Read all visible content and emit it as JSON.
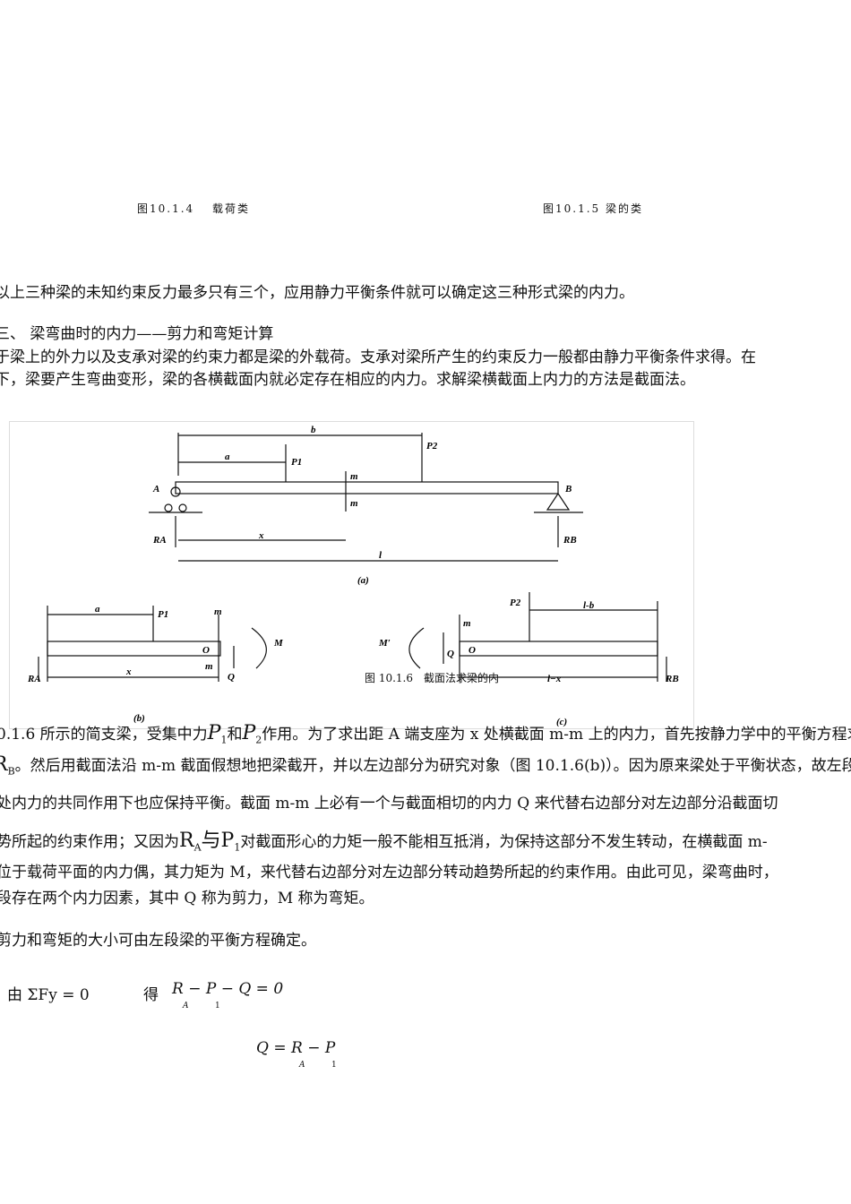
{
  "captions": {
    "fig4": "图10.1.4　 载荷类",
    "fig5": "图10.1.5 梁的类",
    "fig6": "图 10.1.6　截面法求梁的内"
  },
  "para1": "以上三种梁的未知约束反力最多只有三个，应用静力平衡条件就可以确定这三种形式梁的内力。",
  "heading": "三、 梁弯曲时的内力——剪力和弯矩计算",
  "para2": [
    "于梁上的外力以及支承对梁的约束力都是梁的外载荷。支承对梁所产生的约束反力一般都由静力平衡条件求得。在",
    "下，梁要产生弯曲变形，梁的各横截面内就必定存在相应的内力。求解梁横截面上内力的方法是截面法。"
  ],
  "figure": {
    "a": "a",
    "b": "b",
    "P1": "P1",
    "P2": "P2",
    "m": "m",
    "A": "A",
    "B": "B",
    "RA": "RA",
    "RB": "RB",
    "x": "x",
    "l": "l",
    "label_a": "(a)",
    "label_b": "(b)",
    "label_c": "(c)",
    "O": "O",
    "M": "M",
    "Mp": "M′",
    "Q": "Q",
    "lb": "l-b",
    "lx": "l−x"
  },
  "para3": {
    "l1a": "0.1.6 所示的简支梁，受集中力",
    "P": "P",
    "s1": "1",
    "and": "和",
    "s2": "2",
    "l1b": "作用。为了求出距 A 端支座为 x 处横截面 m-m 上的内力，首先按静力学中的平衡方程求出支",
    "R": "R",
    "sB": "B",
    "l2": "。然后用截面法沿 m-m 截面假想地把梁截开，并以左边部分为研究对象（图 10.1.6(b)）。因为原来梁处于平衡状态，故左段梁",
    "l3": "处内力的共同作用下也应保持平衡。截面 m-m 上必有一个与截面相切的内力 Q 来代替右边部分对左边部分沿截面切",
    "l4a": "势所起的约束作用；又因为",
    "sA": "A",
    "yu": "与",
    "P1": "P",
    "s1b": "1",
    "l4b": "对截面形心的力矩一般不能相互抵消，为保持这部分不发生转动，在横截面 m-",
    "l5": "位于载荷平面的内力偶，其力矩为 M，来代替右边部分对左边部分转动趋势所起的约束作用。由此可见，梁弯曲时，",
    "l6": "段存在两个内力因素，其中 Q 称为剪力，M 称为弯矩。"
  },
  "para4": "剪力和弯矩的大小可由左段梁的平衡方程确定。",
  "eq1": {
    "you": "由 ΣFy = 0",
    "de": "得",
    "expr": "R − P − Q = 0",
    "A": "A",
    "one": "1"
  },
  "eq2": {
    "expr": "Q = R − P",
    "A": "A",
    "one": "1"
  }
}
